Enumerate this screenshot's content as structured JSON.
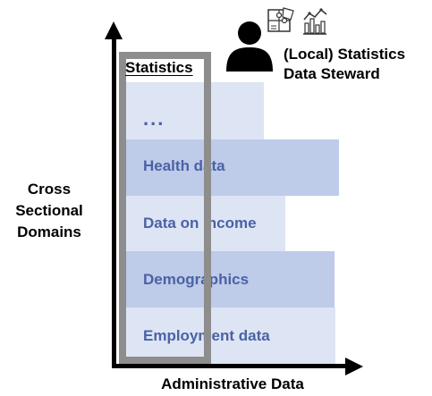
{
  "domains": {
    "ellipsis": "...",
    "health": "Health data",
    "income": "Data on Income",
    "demographics": "Demographics",
    "employment": "Employment data"
  },
  "statistics_label": "Statistics",
  "y_axis_title": [
    "Cross",
    "Sectional",
    "Domains"
  ],
  "x_axis_title": "Administrative Data",
  "steward": [
    "(Local) Statistics",
    "Data Steward"
  ],
  "colors": {
    "band_light": "#dde4f3",
    "band_dark": "#becbe9",
    "label_text": "#4a62a6",
    "statistics_box": "#8d8d8d",
    "axis": "#000000"
  },
  "icons": [
    "person-icon",
    "puzzle-document-icon",
    "statistics-chart-icon"
  ]
}
